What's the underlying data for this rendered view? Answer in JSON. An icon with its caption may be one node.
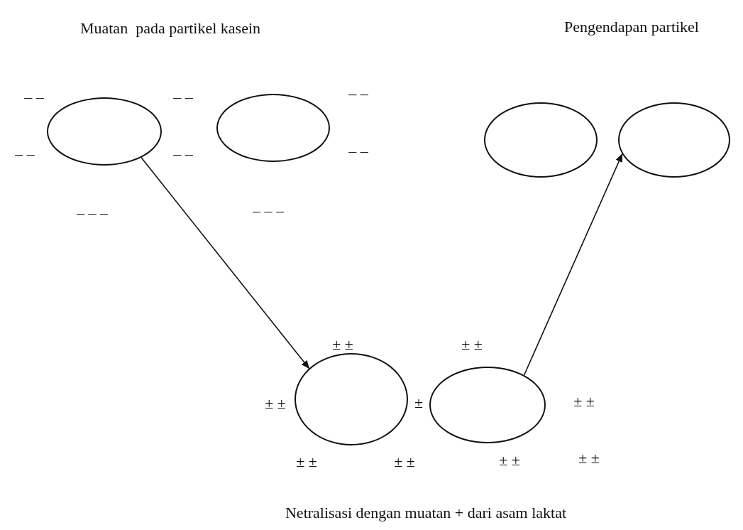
{
  "diagram": {
    "nodes": [
      {
        "text": [],
        "shape": "circle"
      },
      {
        "text": [],
        "shape": "circle"
      },
      {
        "text": [],
        "shape": "circle"
      },
      {
        "text": [],
        "shape": "circle"
      },
      {
        "text": [],
        "shape": "circle"
      },
      {
        "text": [],
        "shape": "circle"
      }
    ],
    "edges": [
      {
        "from": 0,
        "to": 4,
        "arrow": "to"
      },
      {
        "from": 5,
        "to": 3,
        "arrow": "to"
      }
    ],
    "labels": [
      "Muatan  pada partikel kasein",
      "Pengendapan partikel",
      "– –",
      "– –",
      "– –",
      "– –",
      "– –",
      "– –",
      "– – –",
      "– – –",
      "± ±",
      "± ±",
      "± ±",
      "±",
      "± ±",
      "± ±",
      "± ±",
      "± ±",
      "± ±",
      "Netralisasi dengan muatan + dari asam laktat"
    ]
  }
}
